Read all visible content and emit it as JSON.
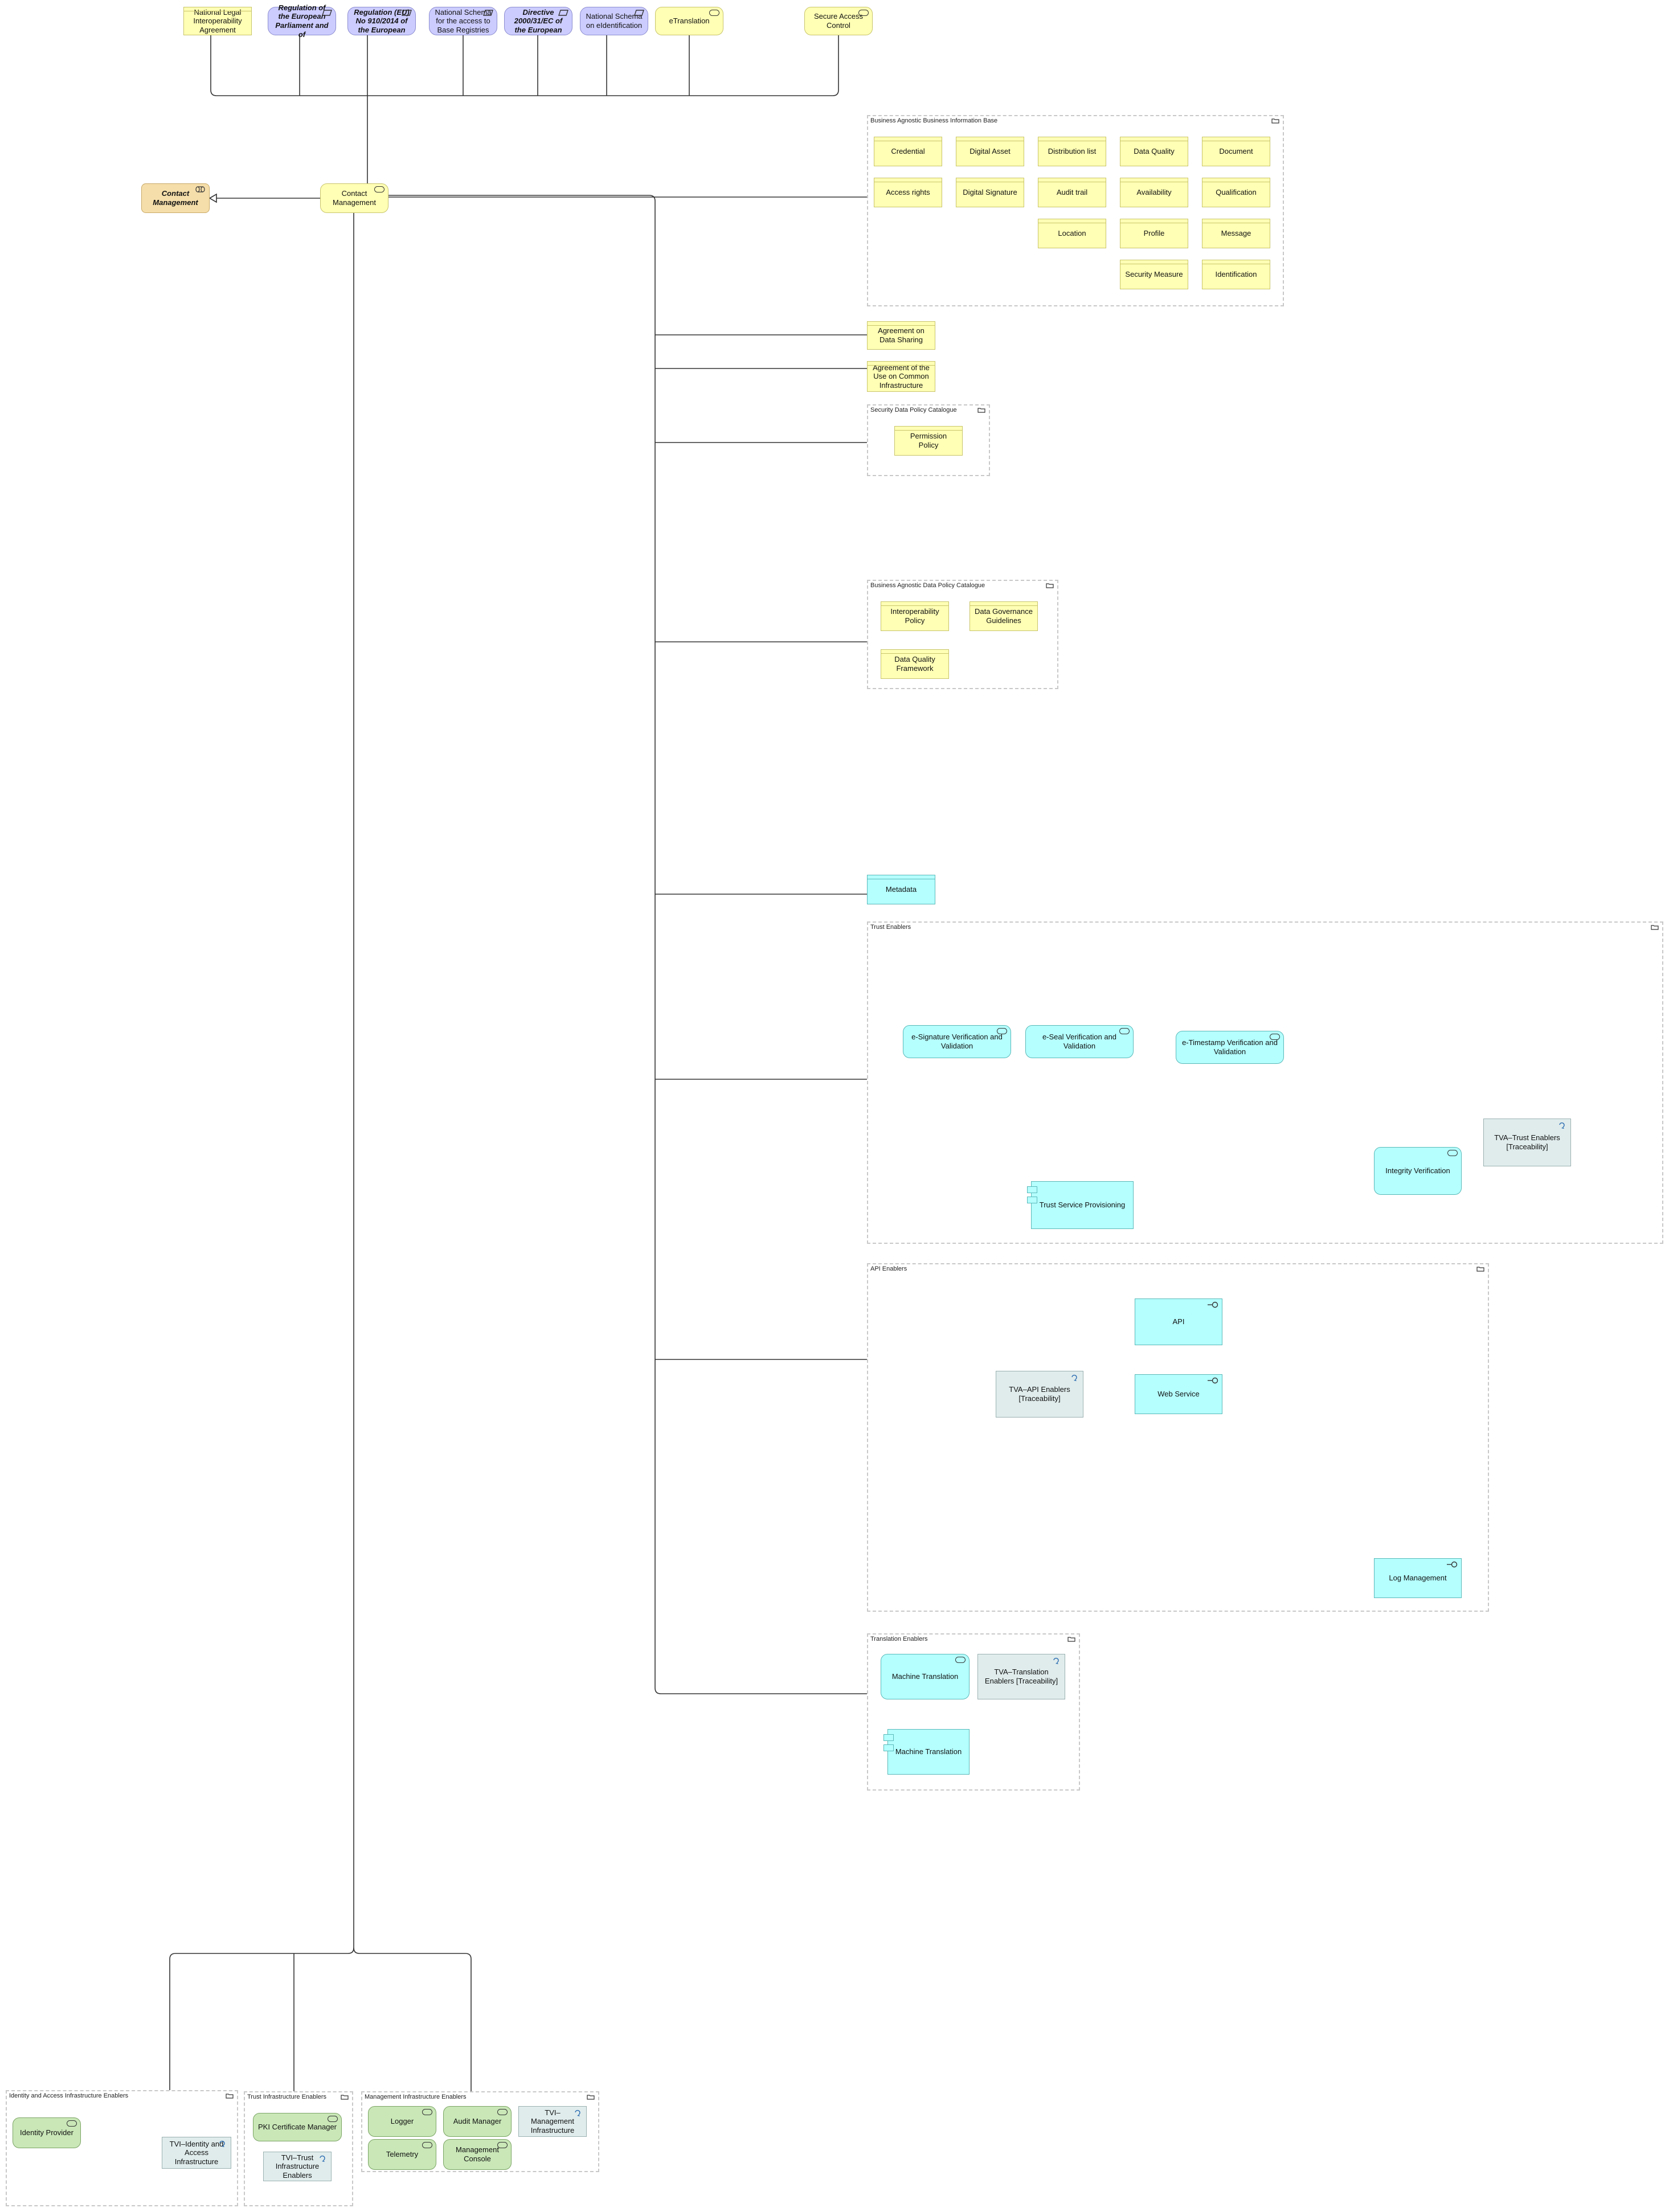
{
  "diagram": {
    "top_nodes": {
      "national_legal": "National Legal Interoperability Agreement",
      "regulation_eu_parliament": "Regulation of the European Parliament and of",
      "regulation_910": "Regulation (EU) No 910/2014 of the European",
      "national_schema_base": "National Schema for the access to Base Registries",
      "directive_2000": "Directive 2000/31/EC of the European",
      "national_schema_eid": "National Schema on eIdentification",
      "etranslation": "eTranslation",
      "secure_access": "Secure Access Control"
    },
    "role": "Contact Management",
    "central_service": "Contact Management",
    "business_info_base": {
      "title": "Business Agnostic Business Information Base",
      "items": [
        "Credential",
        "Digital Asset",
        "Distribution list",
        "Data Quality",
        "Document",
        "Access rights",
        "Digital Signature",
        "Audit trail",
        "Availability",
        "Qualification",
        "Location",
        "Profile",
        "Message",
        "Security Measure",
        "Identification"
      ]
    },
    "agreement_data_sharing": "Agreement on Data Sharing",
    "agreement_common_infra": "Agreement of the Use on Common Infrastructure",
    "security_policy": {
      "title": "Security Data Policy Catalogue",
      "item": "Permission Policy"
    },
    "data_policy": {
      "title": "Business Agnostic Data Policy Catalogue",
      "items": [
        "Interoperability Policy",
        "Data Governance Guidelines",
        "Data Quality Framework"
      ]
    },
    "metadata": "Metadata",
    "trust_enablers": {
      "title": "Trust Enablers",
      "esig": "e-Signature Verification and Validation",
      "eseal": "e-Seal Verification and Validation",
      "etimestamp": "e-Timestamp Verification and Validation",
      "integrity": "Integrity Verification",
      "provisioning": "Trust Service Provisioning",
      "tva": "TVA–Trust Enablers [Traceability]"
    },
    "api_enablers": {
      "title": "API Enablers",
      "api": "API",
      "web_service": "Web Service",
      "tva": "TVA–API Enablers [Traceability]",
      "log": "Log Management"
    },
    "translation_enablers": {
      "title": "Translation Enablers",
      "mt_service": "Machine Translation",
      "tva": "TVA–Translation Enablers [Traceability]",
      "mt_component": "Machine Translation"
    },
    "identity_access": {
      "title": "Identity and Access Infrastructure Enablers",
      "idp": "Identity Provider",
      "tvi": "TVI–Identity and Access Infrastructure"
    },
    "trust_infra": {
      "title": "Trust Infrastructure Enablers",
      "pki": "PKI Certificate Manager",
      "tvi": "TVI–Trust Infrastructure Enablers"
    },
    "mgmt_infra": {
      "title": "Management Infrastructure Enablers",
      "logger": "Logger",
      "audit": "Audit Manager",
      "tvi": "TVI–Management Infrastructure",
      "telemetry": "Telemetry",
      "console": "Management Console"
    }
  }
}
